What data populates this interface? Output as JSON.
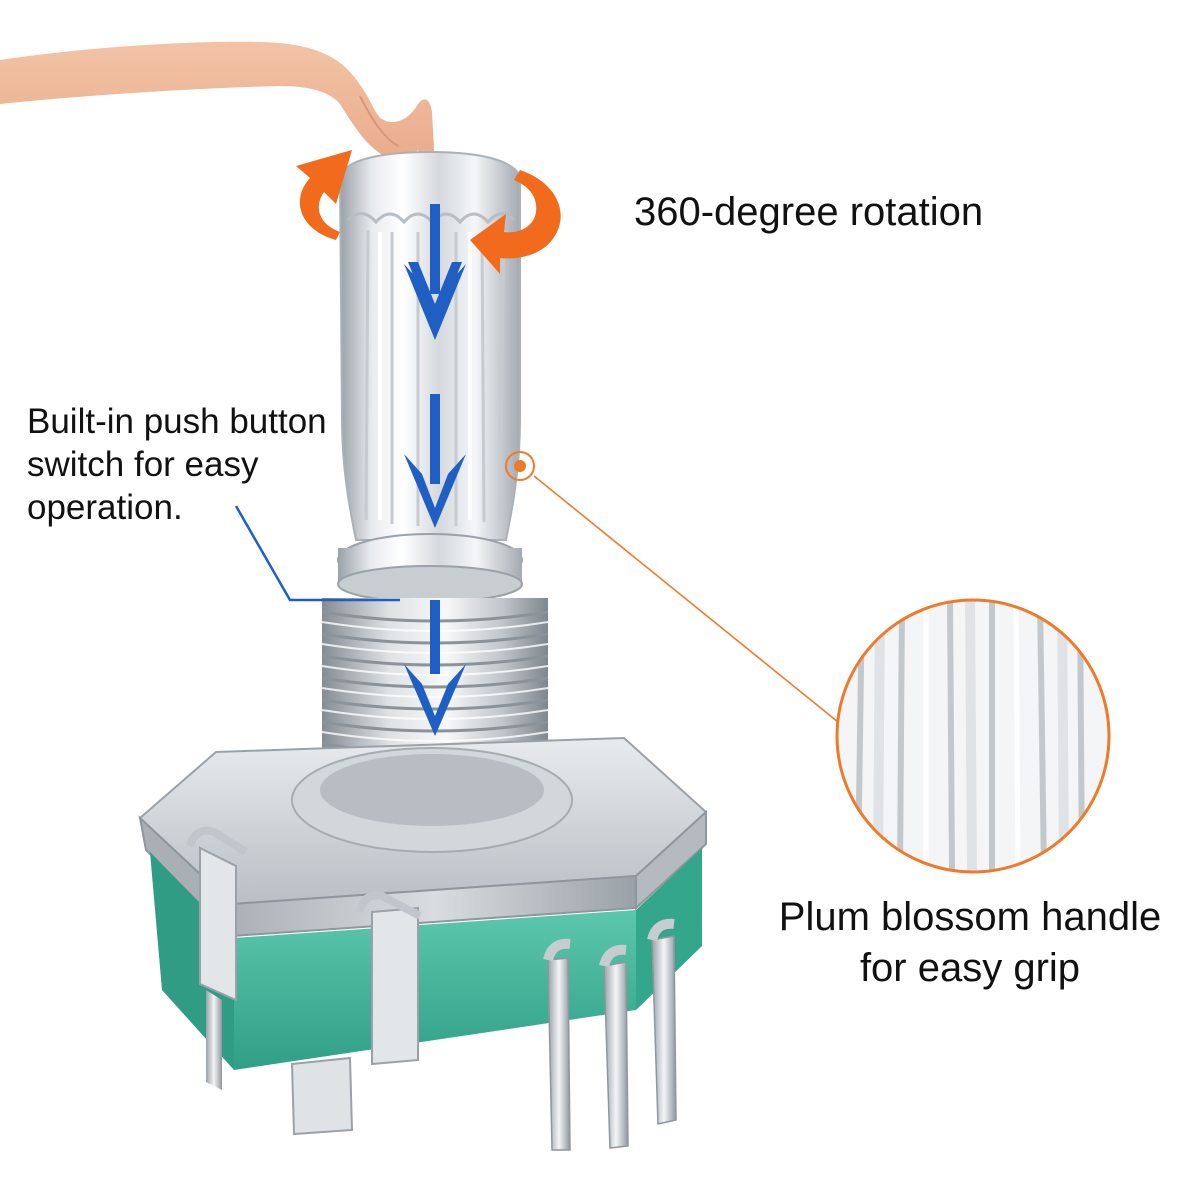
{
  "labels": {
    "rotation": "360-degree rotation",
    "push_button": "Built-in push button switch for easy operation.",
    "plum_line1": "Plum blossom handle",
    "plum_line2": "for easy grip"
  },
  "colors": {
    "background": "#ffffff",
    "text": "#111111",
    "rotation_arrow": "#f26b1d",
    "press_arrow": "#1f5fc4",
    "callout_orange": "#f07a2a",
    "callout_blue": "#1f5fc4",
    "metal_light": "#f2f4f6",
    "metal_mid": "#c9ced4",
    "metal_dark": "#8e959c",
    "pcb_green": "#3fb59a",
    "skin": "#f0b89a"
  },
  "icons": {
    "rotation_arrows": "curved-rotation-arrow-icon",
    "press_arrows": "down-arrow-icon",
    "callout_marker": "target-dot-icon"
  }
}
